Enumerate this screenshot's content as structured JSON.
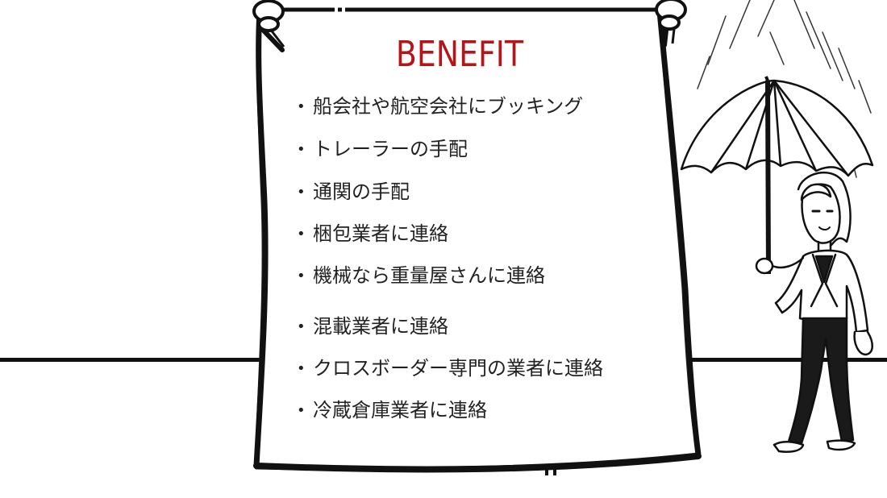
{
  "poster": {
    "title": "BENEFIT",
    "title_color": "#b3161a",
    "items": [
      "船会社や航空会社にブッキング",
      "トレーラーの手配",
      "通関の手配",
      "梱包業者に連絡",
      "機械なら重量屋さんに連絡",
      "混載業者に連絡",
      "クロスボーダー専門の業者に連絡",
      "冷蔵倉庫業者に連絡"
    ]
  }
}
